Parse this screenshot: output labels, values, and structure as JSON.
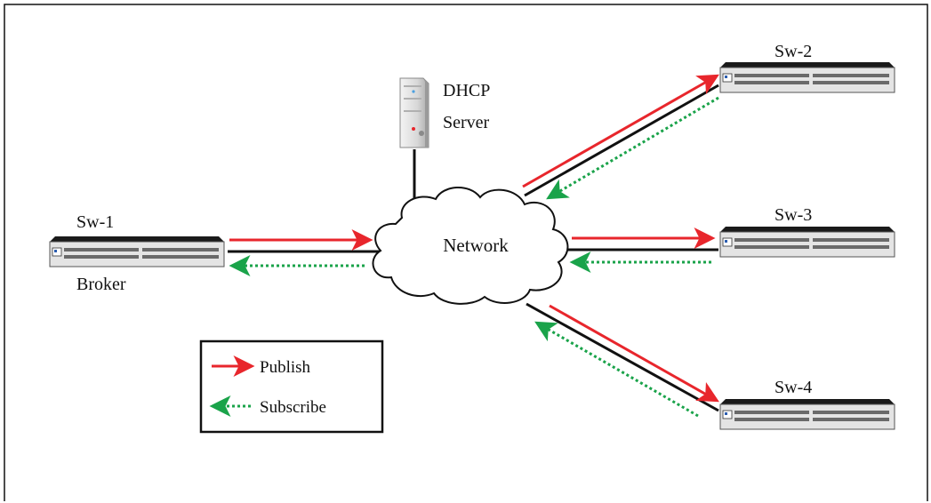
{
  "nodes": {
    "sw1": {
      "label": "Sw-1",
      "role": "Broker"
    },
    "sw2": {
      "label": "Sw-2"
    },
    "sw3": {
      "label": "Sw-3"
    },
    "sw4": {
      "label": "Sw-4"
    },
    "dhcp": {
      "label_line1": "DHCP",
      "label_line2": "Server"
    },
    "network": {
      "label": "Network"
    }
  },
  "legend": {
    "publish": "Publish",
    "subscribe": "Subscribe"
  },
  "colors": {
    "publish": "#e8262c",
    "subscribe": "#1aa34a",
    "link": "#111111",
    "switch_body": "#e4e4e4",
    "switch_top": "#1a1a1a"
  },
  "icons": {
    "switch": "network-switch-icon",
    "server": "server-tower-icon",
    "cloud": "cloud-icon"
  }
}
